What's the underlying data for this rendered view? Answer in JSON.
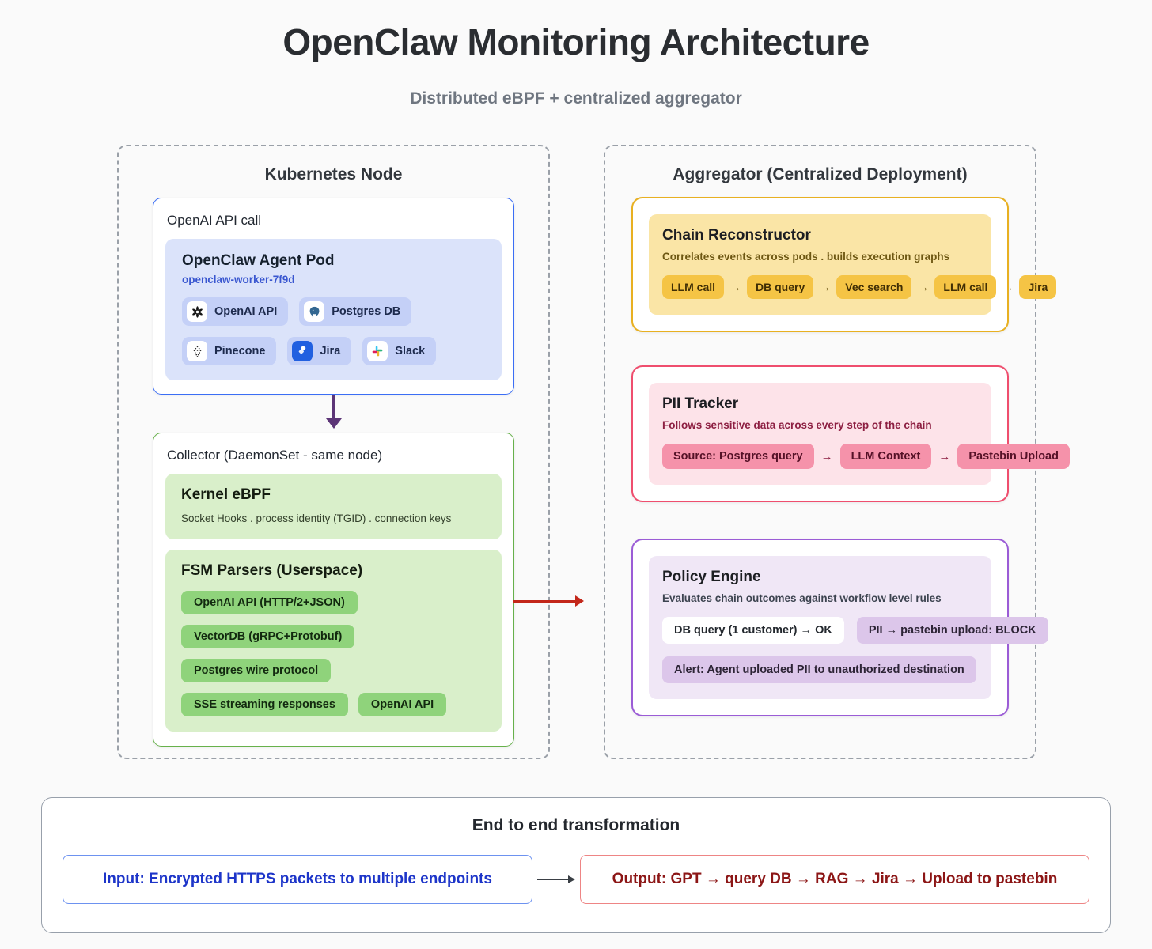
{
  "page": {
    "title": "OpenClaw Monitoring Architecture",
    "subtitle": "Distributed eBPF + centralized aggregator"
  },
  "glyphs": {
    "arrow": "→"
  },
  "k8s": {
    "title": "Kubernetes Node",
    "api_box": {
      "label": "OpenAI API call",
      "pod": {
        "title": "OpenClaw Agent Pod",
        "pod_id": "openclaw-worker-7f9d",
        "chips": [
          {
            "label": "OpenAI API",
            "icon": "openai-icon"
          },
          {
            "label": "Postgres DB",
            "icon": "postgres-icon"
          },
          {
            "label": "Pinecone",
            "icon": "pinecone-icon"
          },
          {
            "label": "Jira",
            "icon": "jira-icon"
          },
          {
            "label": "Slack",
            "icon": "slack-icon"
          }
        ]
      }
    },
    "collector": {
      "label": "Collector (DaemonSet - same node)",
      "kernel": {
        "title": "Kernel eBPF",
        "subtitle": "Socket Hooks . process identity (TGID) . connection keys"
      },
      "fsm": {
        "title": "FSM Parsers (Userspace)",
        "chips": [
          "OpenAI API (HTTP/2+JSON)",
          "VectorDB (gRPC+Protobuf)",
          "Postgres wire protocol",
          "SSE streaming responses",
          "OpenAI API"
        ]
      }
    }
  },
  "aggregator": {
    "title": "Aggregator (Centralized Deployment)",
    "chain": {
      "title": "Chain Reconstructor",
      "subtitle": "Correlates events across pods . builds execution graphs",
      "steps": [
        "LLM call",
        "DB query",
        "Vec search",
        "LLM call",
        "Jira"
      ]
    },
    "pii": {
      "title": "PII Tracker",
      "subtitle": "Follows sensitive data across every step of the chain",
      "steps": [
        "Source: Postgres query",
        "LLM Context",
        "Pastebin Upload"
      ]
    },
    "policy": {
      "title": "Policy Engine",
      "subtitle": "Evaluates chain outcomes against workflow level rules",
      "rules": [
        "DB query (1 customer) → OK",
        "PII → pastebin upload: BLOCK",
        "Alert: Agent uploaded PII to unauthorized destination"
      ]
    }
  },
  "bottom": {
    "title": "End to end transformation",
    "input": "Input: Encrypted HTTPS packets to multiple endpoints",
    "output": "Output: GPT → query DB → RAG → Jira → Upload to pastebin"
  },
  "colors": {
    "agent_accent": "#3b6ef5",
    "collector_accent": "#67b14b",
    "chain_accent": "#e8b021",
    "pii_accent": "#ef4e6e",
    "policy_accent": "#9b5cd6",
    "pod_arrow": "#5c3577",
    "collector_arrow": "#c3271a",
    "input_text": "#1d35c9",
    "output_text": "#8c1616"
  }
}
